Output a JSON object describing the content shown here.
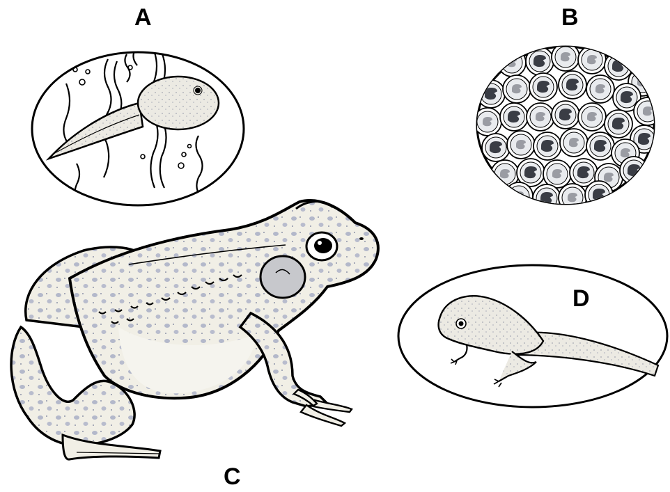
{
  "labels": {
    "a": "A",
    "b": "B",
    "c": "C",
    "d": "D"
  },
  "panels": {
    "a": {
      "subject": "tadpole-icon"
    },
    "b": {
      "subject": "frog-eggs-icon"
    },
    "c": {
      "subject": "adult-frog-icon"
    },
    "d": {
      "subject": "froglet-icon"
    }
  },
  "colors": {
    "ink": "#000000",
    "skin": "#f1efe6",
    "spot": "#a9aec2",
    "shade": "#c9cccf",
    "egg_core": "#3a3d45",
    "egg_jelly": "#e9ebee"
  }
}
